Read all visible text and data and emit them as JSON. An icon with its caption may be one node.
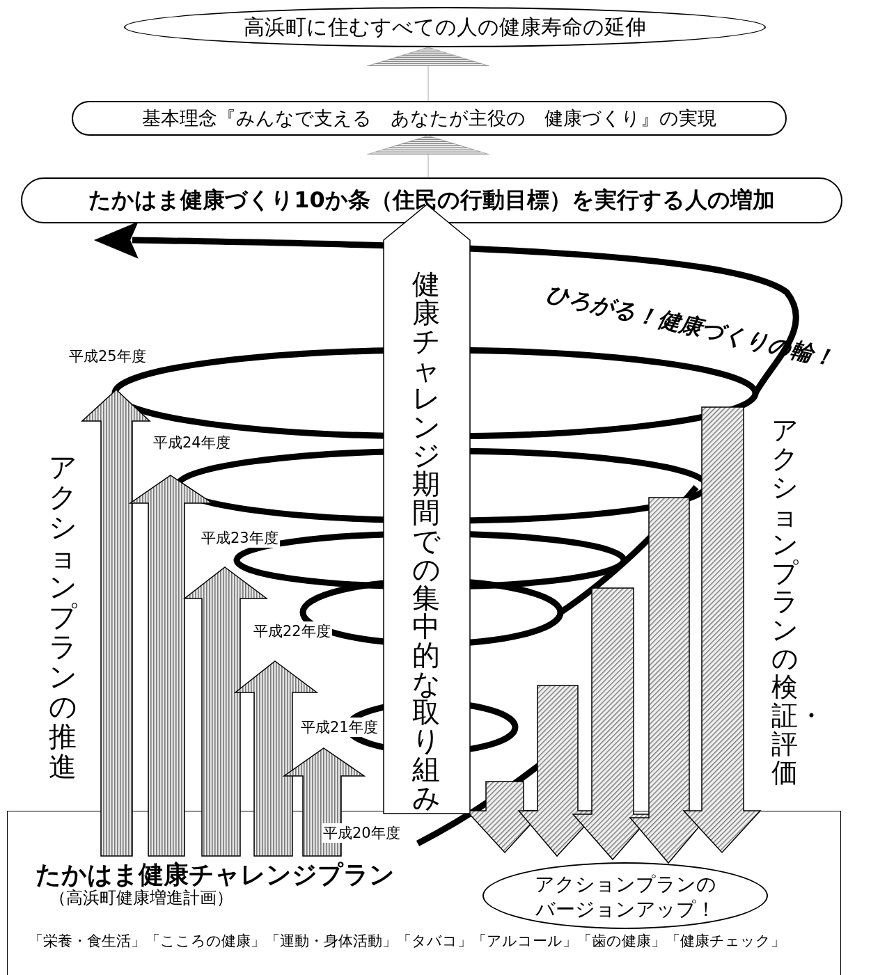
{
  "diagram": {
    "nodes": [
      {
        "text": [
          "高浜町に住むすべての人の健康寿命の延伸"
        ]
      },
      {
        "text": [
          "基本理念『みんなで支える　あなたが主役の　健康づくり』の実現"
        ]
      },
      {
        "text": [
          "たかはま健康づくり10か条（住民の行動目標）を実行する人の増加"
        ]
      },
      {
        "text": [
          "健康チャレンジ期間での集中的な取り組み"
        ]
      },
      {
        "text": [
          "たかはま健康チャレンジプラン",
          "（高浜町健康増進計画）",
          "「栄養・食生活」「こころの健康」「運動・身体活動」「タバコ」「アルコール」「歯の健康」「健康チェック」"
        ]
      },
      {
        "text": [
          "アクションプランのバージョンアップ！"
        ],
        "in": 4
      }
    ],
    "edges": [
      {
        "from": 1,
        "to": 0,
        "arrow": "to"
      },
      {
        "from": 2,
        "to": 1,
        "arrow": "to"
      },
      {
        "from": null,
        "to": 5,
        "arrow": "to"
      },
      {
        "from": null,
        "to": 5,
        "arrow": "to"
      },
      {
        "from": null,
        "to": 5,
        "arrow": "to"
      },
      {
        "from": null,
        "to": 5,
        "arrow": "to"
      },
      {
        "from": null,
        "to": 5,
        "arrow": "to"
      }
    ],
    "labels": [
      "ひろがる！健康づくりの輪！",
      "平成25年度",
      "平成24年度",
      "アクションプランの推進",
      "平成23年度",
      "アクションプランの検証・評価",
      "平成22年度",
      "平成21年度",
      "平成20年度"
    ]
  }
}
